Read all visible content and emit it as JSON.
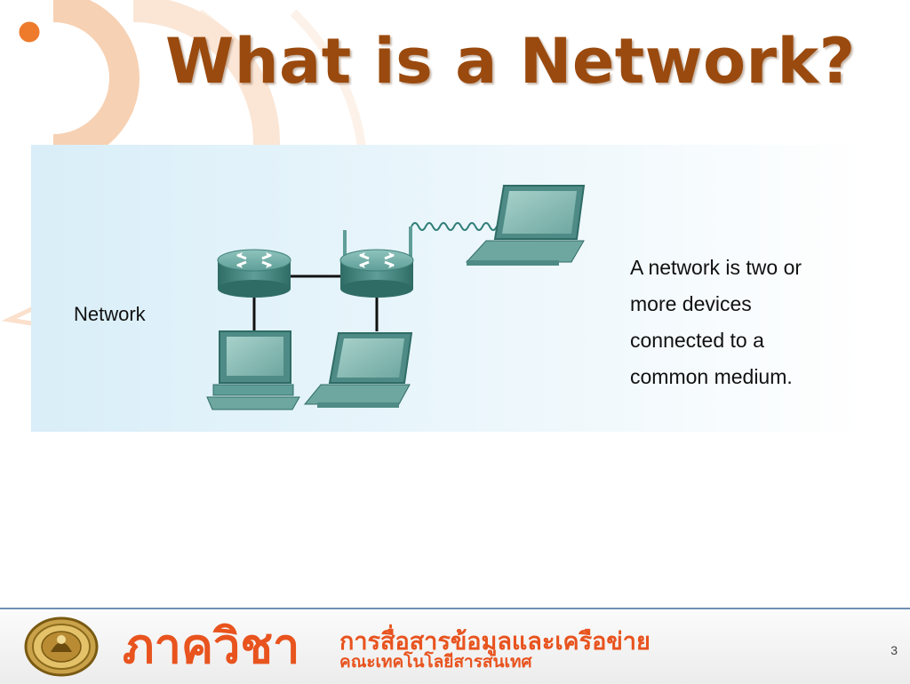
{
  "slide": {
    "title": "What is a Network?",
    "page_number": "3"
  },
  "diagram": {
    "label": "Network",
    "description_lines": [
      "A network is two or",
      "more devices",
      "connected to a",
      "common medium."
    ],
    "nodes": [
      {
        "id": "router-1",
        "kind": "router"
      },
      {
        "id": "router-2",
        "kind": "wireless-router"
      },
      {
        "id": "desktop-pc",
        "kind": "desktop"
      },
      {
        "id": "laptop-wired",
        "kind": "laptop"
      },
      {
        "id": "laptop-wireless",
        "kind": "laptop"
      }
    ],
    "links": [
      {
        "from": "router-1",
        "to": "router-2",
        "type": "wired"
      },
      {
        "from": "router-1",
        "to": "desktop-pc",
        "type": "wired"
      },
      {
        "from": "router-2",
        "to": "laptop-wired",
        "type": "wired"
      },
      {
        "from": "router-2",
        "to": "laptop-wireless",
        "type": "wireless"
      }
    ]
  },
  "footer": {
    "department": "ภาควิชา",
    "subtitle_1": "การสื่อสารข้อมูลและเครือข่าย",
    "subtitle_2": "คณะเทคโนโลยีสารสนเทศ"
  },
  "colors": {
    "title": "#9a4a0e",
    "footer_text": "#e8531e",
    "device": "#4f8b86",
    "panel": "#d9eef8"
  }
}
